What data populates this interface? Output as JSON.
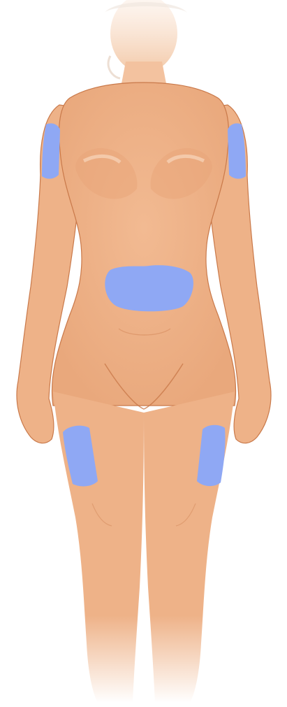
{
  "figure": {
    "subject": "female-body-front-view",
    "colors": {
      "background": "#ffffff",
      "skin": "#eeb288",
      "skin_light": "#f6cbab",
      "skin_shadow": "#d98f62",
      "outline": "#c9794a",
      "site_highlight": "#8fa8f4"
    }
  },
  "injection_sites": [
    {
      "id": "upper-arm-right"
    },
    {
      "id": "upper-arm-left"
    },
    {
      "id": "abdomen"
    },
    {
      "id": "thigh-right"
    },
    {
      "id": "thigh-left"
    }
  ]
}
